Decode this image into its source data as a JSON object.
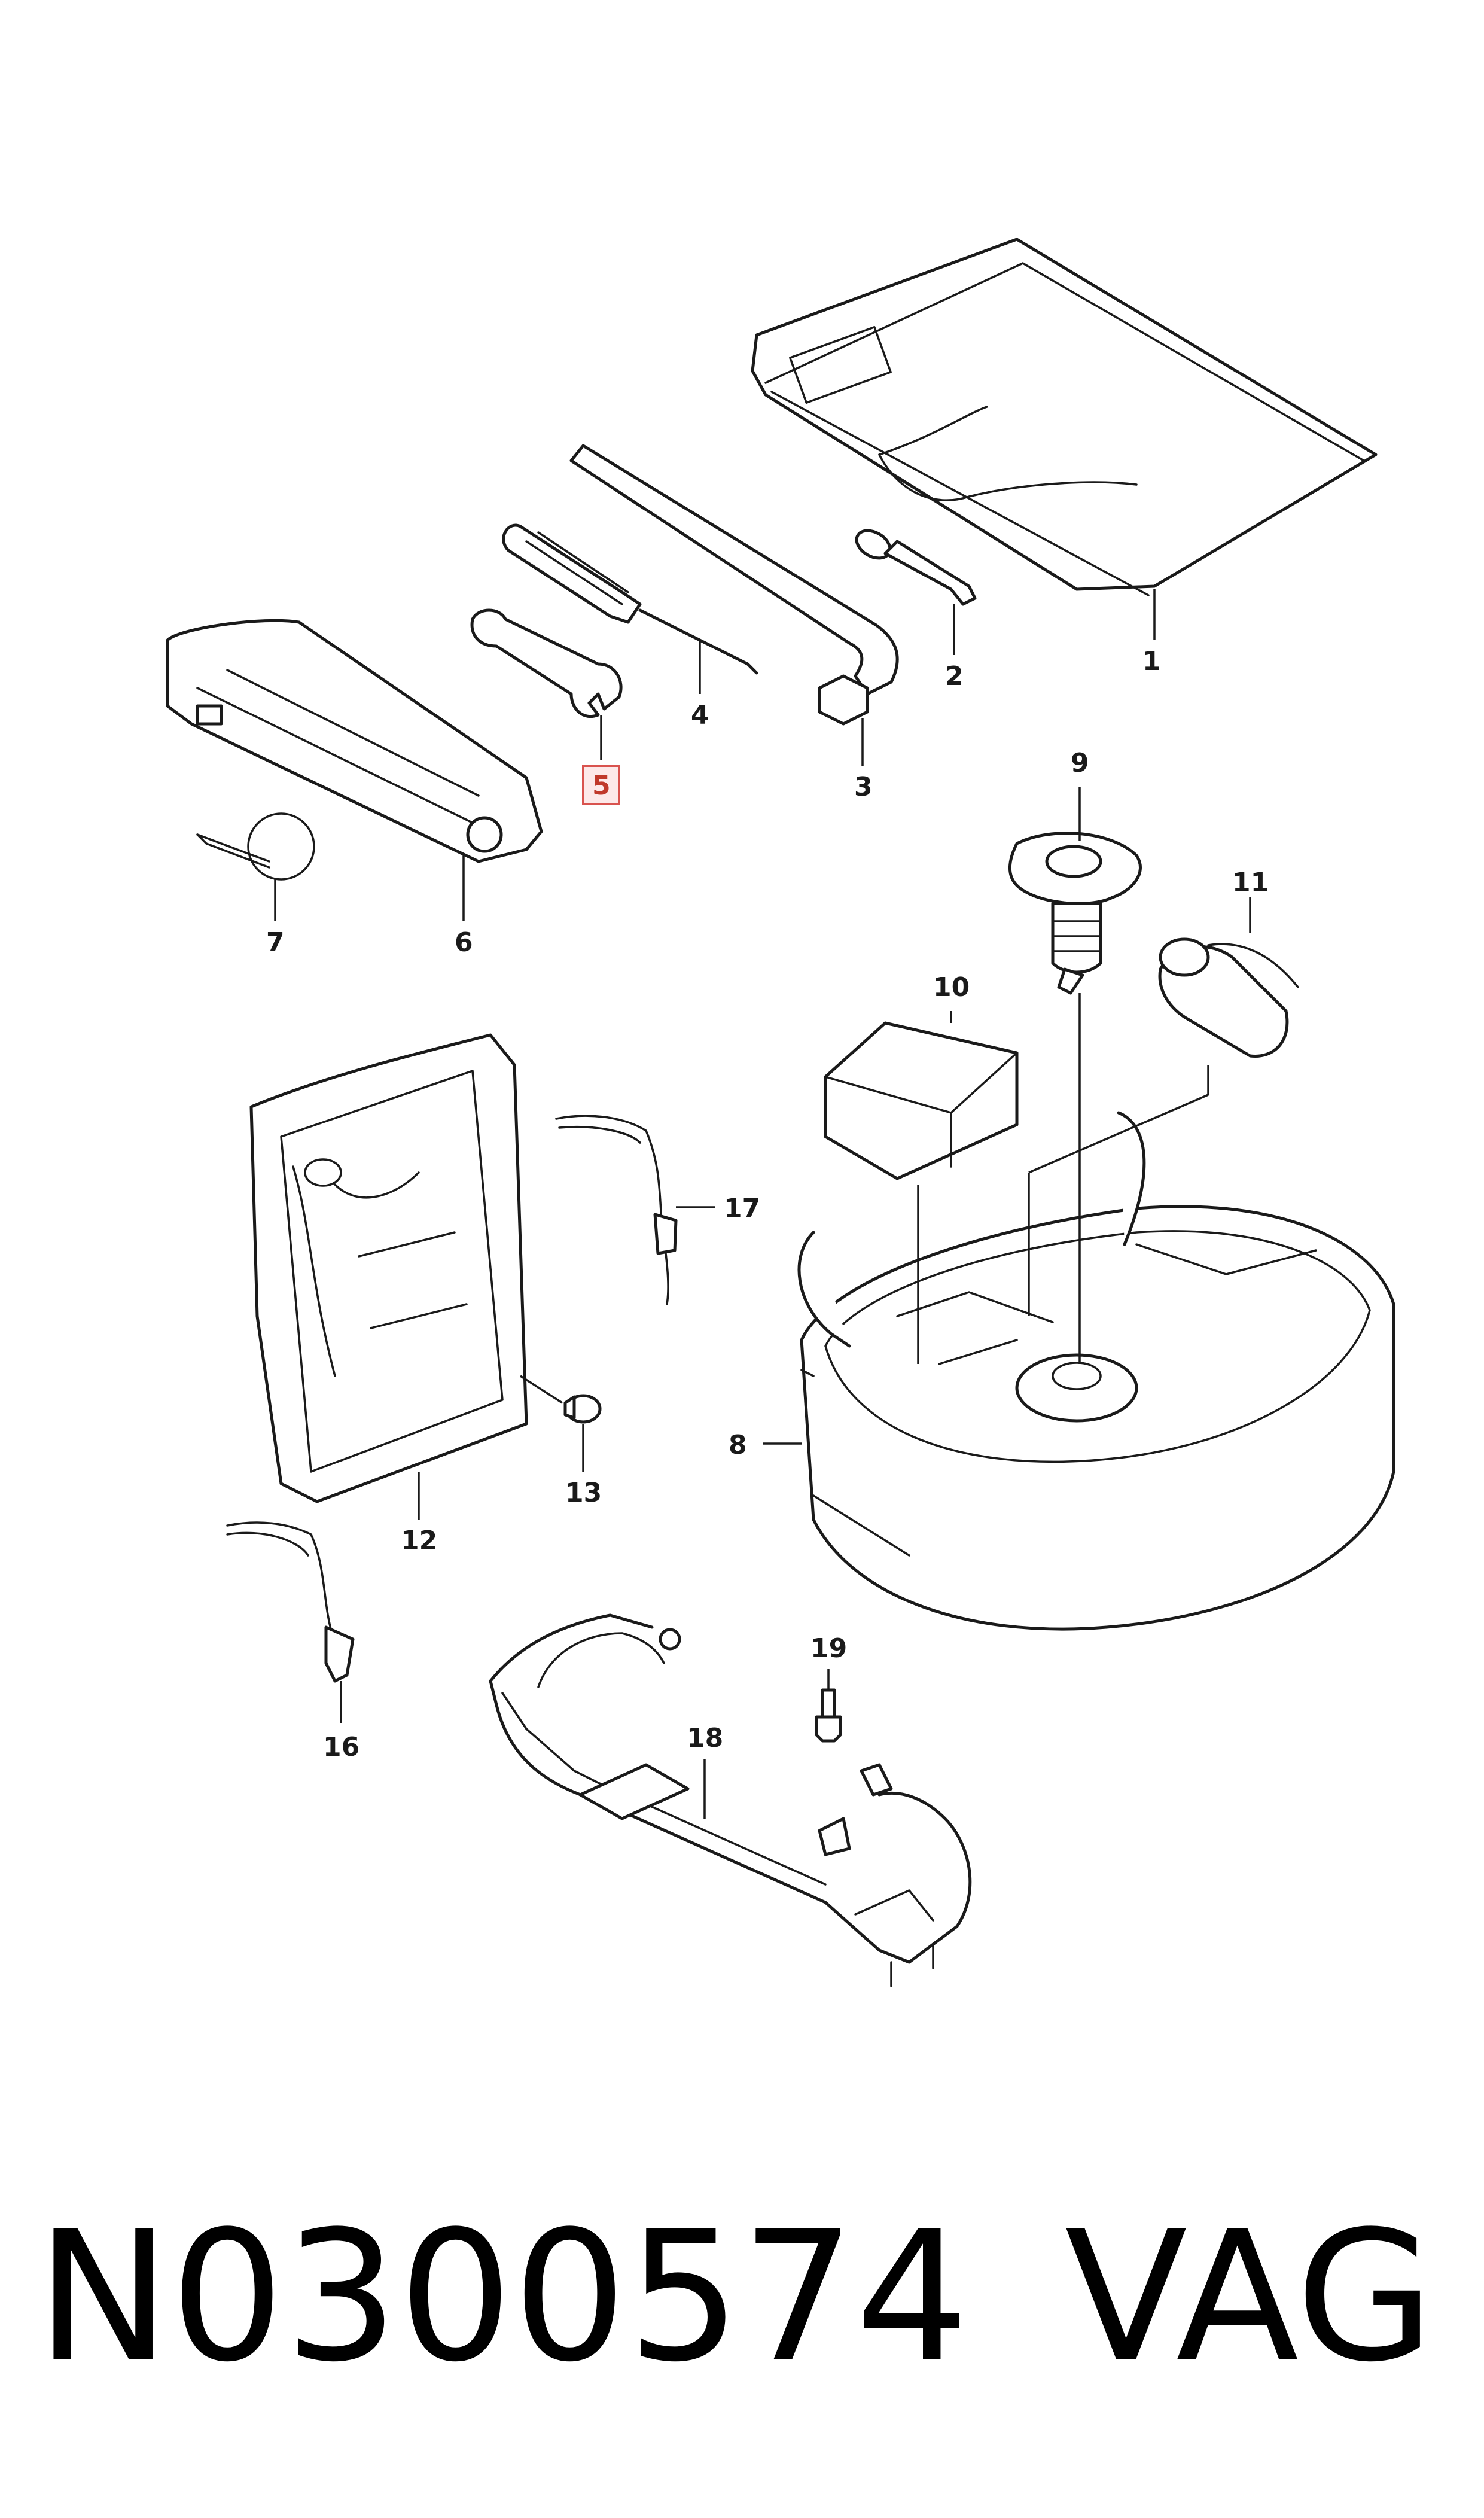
{
  "callouts": [
    {
      "id": "1",
      "label": "1"
    },
    {
      "id": "2",
      "label": "2"
    },
    {
      "id": "3",
      "label": "3"
    },
    {
      "id": "4",
      "label": "4"
    },
    {
      "id": "5",
      "label": "5",
      "highlighted": true
    },
    {
      "id": "6",
      "label": "6"
    },
    {
      "id": "7",
      "label": "7"
    },
    {
      "id": "8",
      "label": "8"
    },
    {
      "id": "9",
      "label": "9"
    },
    {
      "id": "10",
      "label": "10"
    },
    {
      "id": "11",
      "label": "11"
    },
    {
      "id": "12",
      "label": "12"
    },
    {
      "id": "13",
      "label": "13"
    },
    {
      "id": "16",
      "label": "16"
    },
    {
      "id": "17",
      "label": "17"
    },
    {
      "id": "18",
      "label": "18"
    },
    {
      "id": "19",
      "label": "19"
    }
  ],
  "footer": {
    "part_number": "N0300574",
    "brand": "VAG"
  },
  "colors": {
    "line": "#1a1a1a",
    "highlight_border": "#d9534f",
    "highlight_fill": "#fde9e9",
    "background": "#ffffff"
  }
}
